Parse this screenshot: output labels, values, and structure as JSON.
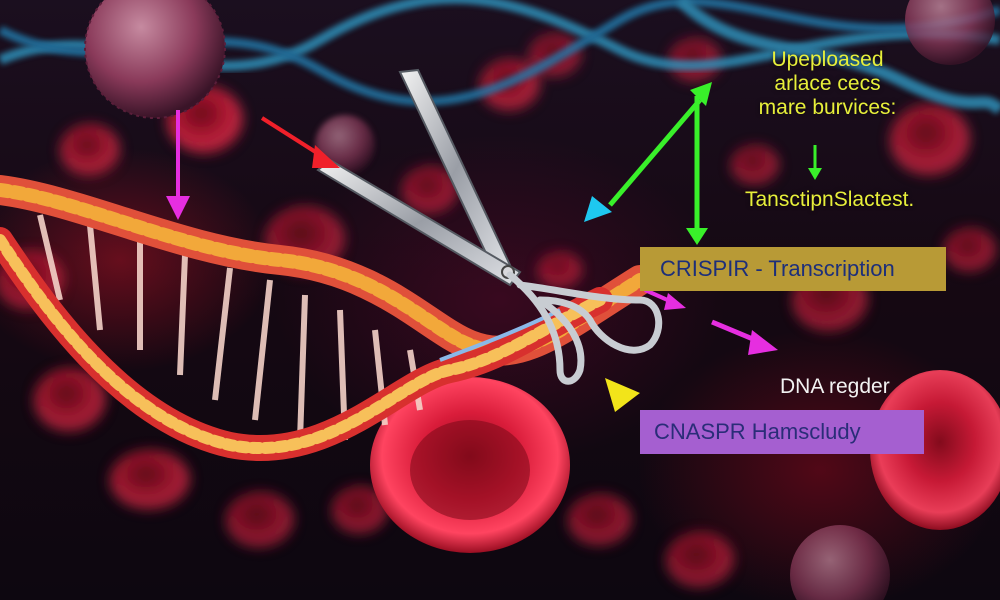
{
  "labels": {
    "top_right_line1": "Upeploased",
    "top_right_line2": "arlace cecs",
    "top_right_line3": "mare burvices:",
    "mid_right": "TansctipnSlactest.",
    "crispr_box": "CRISPIR - Transcription",
    "dna_label": "DNA regder",
    "cnaspr_box": "CNASPR Hamscludy"
  },
  "colors": {
    "crispr_box_bg": "#b89a36",
    "cnaspr_box_bg": "#a55fd0",
    "yellow_text": "#e7ef3a",
    "arrow_magenta": "#e62ee0",
    "arrow_green": "#39f02a",
    "arrow_red": "#f0202a",
    "arrow_cyan": "#1ec8f0",
    "arrow_yellow": "#f2e41a"
  },
  "icons": [
    "scissors-icon",
    "dna-helix-illustration",
    "red-blood-cell-illustration",
    "virus-particle-illustration"
  ]
}
